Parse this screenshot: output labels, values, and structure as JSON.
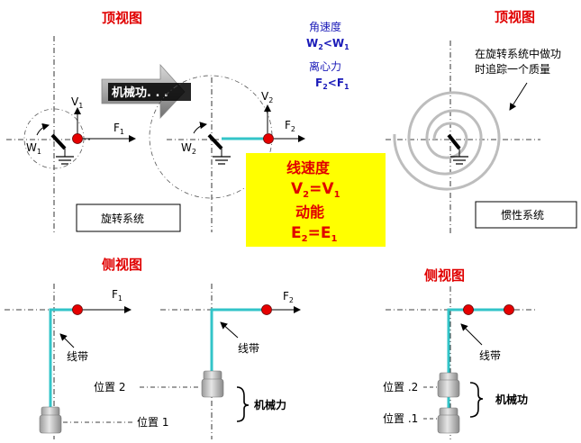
{
  "top_left_title": "顶视图",
  "top_right_title": "顶视图",
  "bottom_left_title": "侧视图",
  "bottom_right_title": "侧视图",
  "angular_speed": {
    "label": "角速度",
    "rel_a": "W",
    "rel_a_sub": "2",
    "rel_op": "<",
    "rel_b": "W",
    "rel_b_sub": "1"
  },
  "centrifugal": {
    "label": "离心力",
    "rel_a": "F",
    "rel_a_sub": "2",
    "rel_op": "<",
    "rel_b": "F",
    "rel_b_sub": "1"
  },
  "arrow_label": "机械功. . .",
  "rotating_system": "旋转系统",
  "inertial_system": "惯性系统",
  "note_line1": "在旋转系统中做功",
  "note_line2": "时追踪一个质量",
  "yellow_box": {
    "line_speed": "线速度",
    "v_a": "V",
    "v_a_sub": "2",
    "v_eq": "=",
    "v_b": "V",
    "v_b_sub": "1",
    "energy": "动能",
    "e_a": "E",
    "e_a_sub": "2",
    "e_eq": "=",
    "e_b": "E",
    "e_b_sub": "1"
  },
  "labels": {
    "v": "V",
    "w": "W",
    "f": "F",
    "sub1": "1",
    "sub2": "2",
    "belt": "线带",
    "pos2_left": "位置 2",
    "pos1_left": "位置 1",
    "mech_force": "机械力",
    "pos2_right": "位置 .2",
    "pos1_right": "位置 .1",
    "mech_work": "机械功"
  },
  "colors": {
    "title_red": "#e00000",
    "blue_text": "#1a1ab8",
    "yellow": "#ffff00",
    "cyan": "#33c4c8",
    "ball": "#e60000"
  }
}
